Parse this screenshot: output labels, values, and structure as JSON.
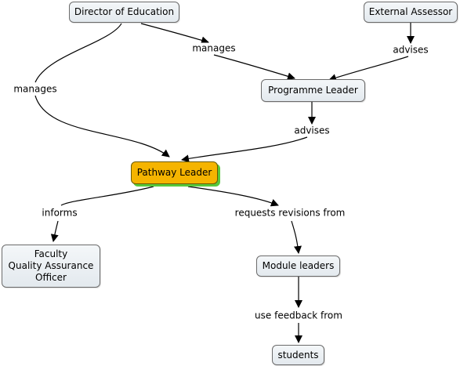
{
  "nodes": {
    "director": "Director of Education",
    "assessor": "External Assessor",
    "programme": "Programme Leader",
    "pathway": "Pathway Leader",
    "faculty": "Faculty\nQuality Assurance\nOfficer",
    "module": "Module leaders",
    "students": "students"
  },
  "links": {
    "manages_left": "manages",
    "manages_right": "manages",
    "advises_top": "advises",
    "advises_mid": "advises",
    "informs": "informs",
    "requests": "requests revisions from",
    "use_feedback": "use feedback from"
  },
  "colors": {
    "highlight_fill": "#f5b400",
    "highlight_shadow": "#58c83a",
    "node_border": "#6b6b6b"
  }
}
